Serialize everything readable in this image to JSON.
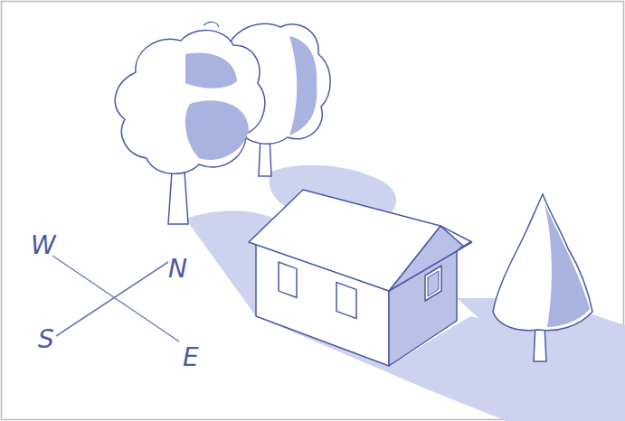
{
  "diagram": {
    "labels": [
      "W",
      "N",
      "S",
      "E"
    ]
  }
}
